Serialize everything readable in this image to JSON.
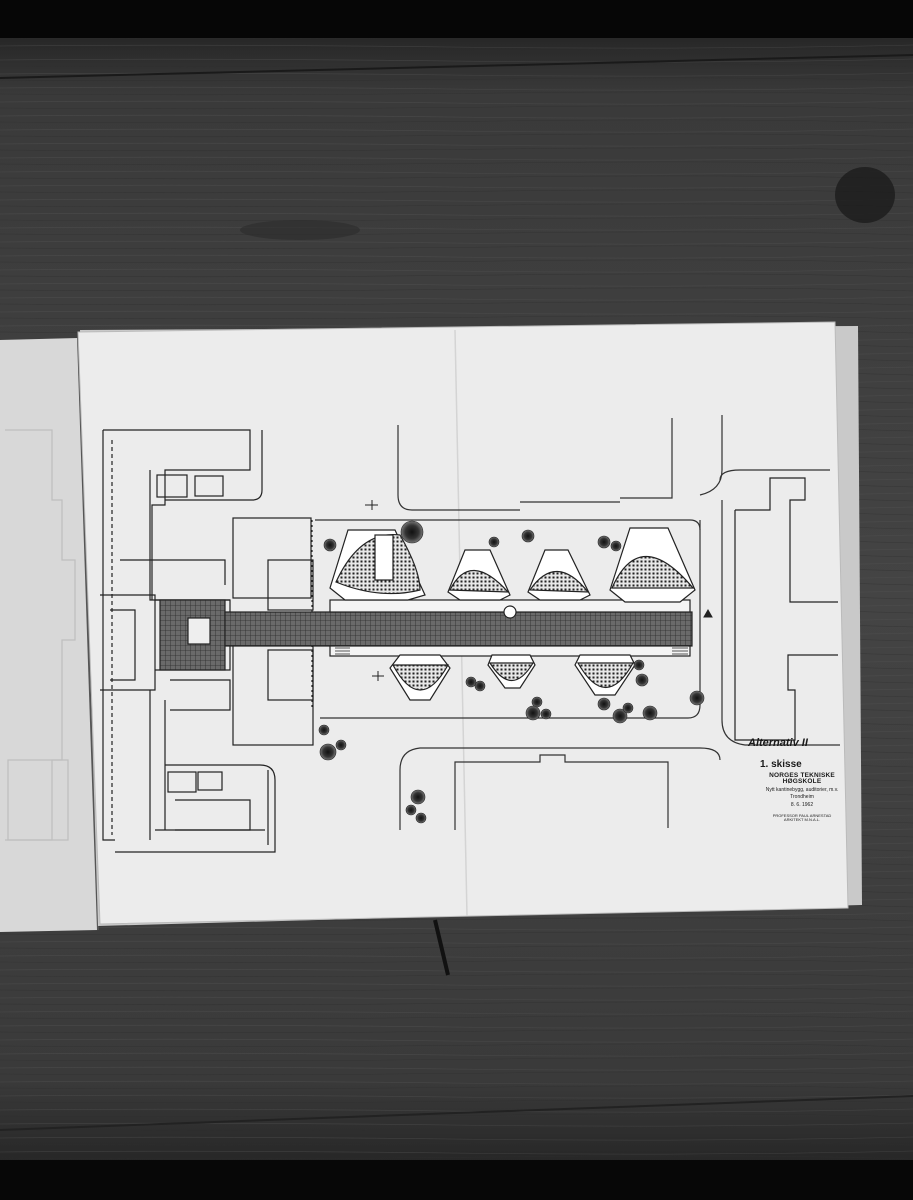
{
  "photo": {
    "subject": "architectural site plan drawing on a wooden table",
    "colors": {
      "table_dark": "#2a2a2a",
      "table_light": "#4a4a4a",
      "paper": "#ececec",
      "ink": "#1a1a1a"
    }
  },
  "title_block": {
    "alternative": "Alternativ II",
    "sheet": "1. skisse",
    "institution": "NORGES TEKNISKE HØGSKOLE",
    "subtitle": "Nytt kantinebygg, auditorier, m.v.",
    "location": "Trondheim",
    "date": "8. 6. 1962",
    "architect_line_1": "PROFESSOR PAUL ARNESTAD",
    "architect_line_2": "ARKITEKT M.N.A.L."
  }
}
